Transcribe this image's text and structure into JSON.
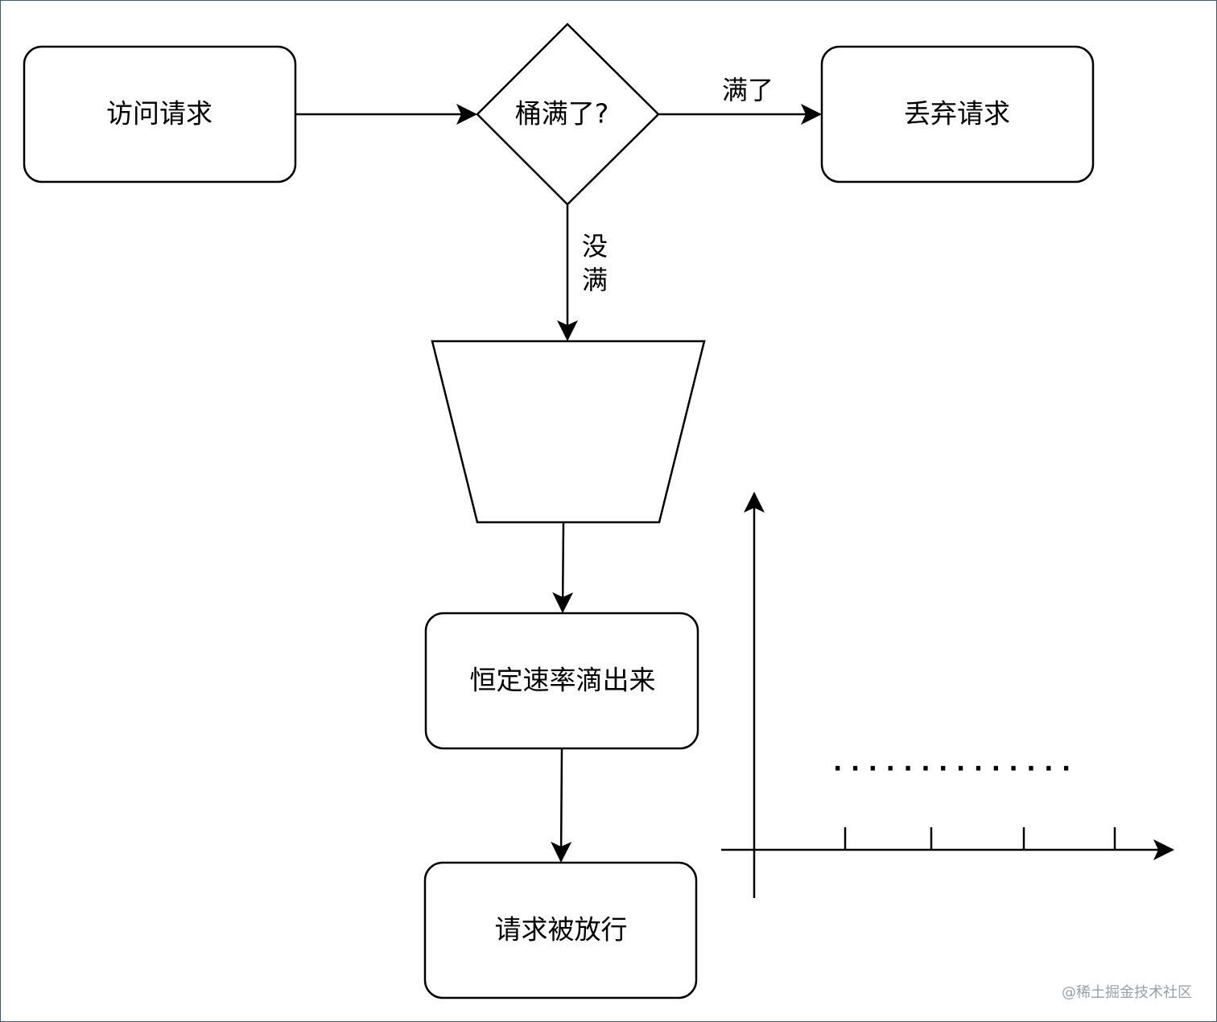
{
  "nodes": {
    "access_request": "访问请求",
    "bucket_full_decision": "桶满了?",
    "drop_request": "丢弃请求",
    "constant_rate_drip": "恒定速率滴出来",
    "request_passed": "请求被放行"
  },
  "edges": {
    "full_label": "满了",
    "not_full_label": "没满"
  },
  "axes_chart": {
    "dots": "· · · · · · · · · · · · · ·"
  },
  "watermark": "@稀土掘金技术社区",
  "colors": {
    "stroke": "#000000",
    "frame": "#3a5a78",
    "watermark": "#9aa0a6"
  }
}
